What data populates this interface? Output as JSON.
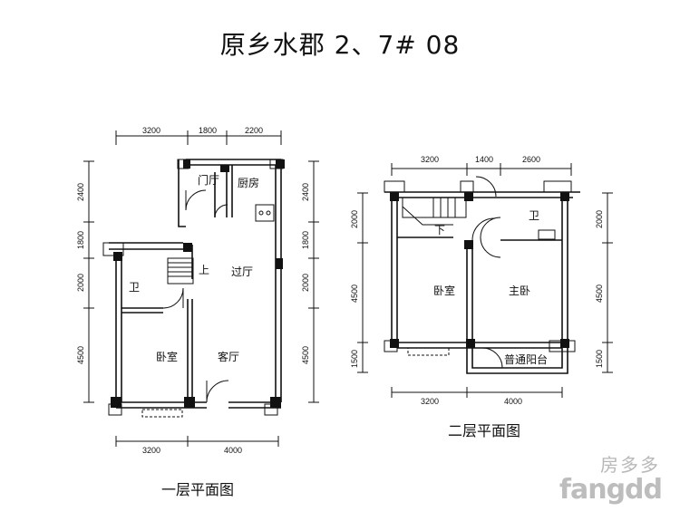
{
  "title": "原乡水郡 2、7# 08",
  "floor1": {
    "caption": "一层平面图",
    "dims_top": [
      "3200",
      "1800",
      "2200"
    ],
    "dims_bottom": [
      "3200",
      "4000"
    ],
    "dims_left": [
      "2400",
      "1800",
      "2000",
      "4500"
    ],
    "dims_right": [
      "2400",
      "1800",
      "2000",
      "4500"
    ],
    "rooms": {
      "entry": "门厅",
      "kitchen": "厨房",
      "stair_up": "上",
      "hall": "过厅",
      "bath": "卫",
      "bedroom": "卧室",
      "living": "客厅"
    }
  },
  "floor2": {
    "caption": "二层平面图",
    "dims_top": [
      "3200",
      "1400",
      "2600"
    ],
    "dims_bottom": [
      "3200",
      "4000"
    ],
    "dims_left": [
      "2000",
      "4500",
      "1500"
    ],
    "dims_right": [
      "2000",
      "4500",
      "1500"
    ],
    "rooms": {
      "stair_down": "下",
      "bath": "卫",
      "bedroom": "卧室",
      "master": "主卧",
      "balcony": "普通阳台"
    }
  },
  "watermark": {
    "brand_cn": "房多多",
    "brand_en": "fangdd"
  }
}
